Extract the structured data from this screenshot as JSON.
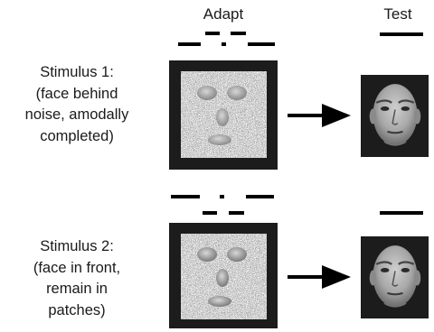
{
  "headers": {
    "adapt": "Adapt",
    "test": "Test"
  },
  "stimuli": [
    {
      "lines": [
        "Stimulus 1:",
        "(face behind",
        "noise,  amodally",
        "completed)"
      ]
    },
    {
      "lines": [
        "Stimulus 2:",
        "(face in front,",
        "remain in",
        "patches)"
      ]
    }
  ],
  "colors": {
    "ink": "#000000",
    "frame": "#1c1c1c",
    "text": "#1a1a1a"
  },
  "icons": {
    "arrow": "right-arrow-icon",
    "face": "face-icon",
    "noise": "noise-patch-image"
  }
}
